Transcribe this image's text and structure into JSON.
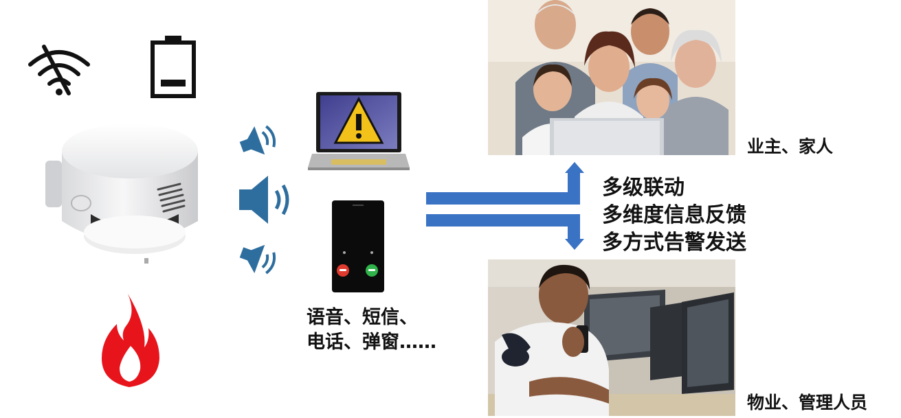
{
  "notification_methods": {
    "line1": "语音、短信、",
    "line2": "电话、弹窗……"
  },
  "features": [
    "多级联动",
    "多维度信息反馈",
    "多方式告警发送"
  ],
  "recipients": {
    "owners": "业主、家人",
    "property": "物业、管理人员"
  },
  "colors": {
    "speaker_blue": "#2e6e9e",
    "flame_red": "#e8141c",
    "arrow_blue": "#3a72c4",
    "warning_yellow": "#f3c21a"
  },
  "icons": [
    "wifi-off-icon",
    "battery-low-icon",
    "smoke-detector-icon",
    "fire-icon",
    "speaker-icon",
    "laptop-warning-icon",
    "phone-call-icon"
  ]
}
